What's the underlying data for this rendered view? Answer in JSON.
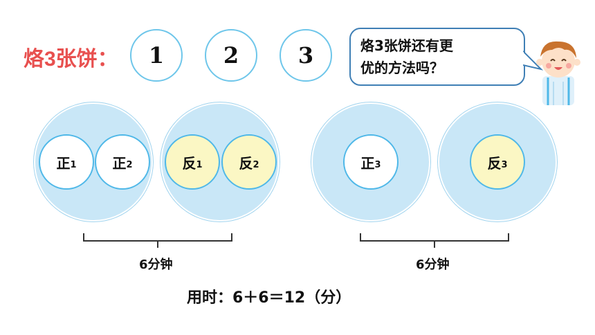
{
  "title": "烙3张饼：",
  "pancake_numbers": [
    "1",
    "2",
    "3"
  ],
  "speech_bubble": {
    "line1": "烙3张饼还有更",
    "line2": "优的方法吗？"
  },
  "pans": [
    {
      "cakes": [
        {
          "label": "正",
          "sub": "1",
          "side": "front"
        },
        {
          "label": "正",
          "sub": "2",
          "side": "front"
        }
      ]
    },
    {
      "cakes": [
        {
          "label": "反",
          "sub": "1",
          "side": "back"
        },
        {
          "label": "反",
          "sub": "2",
          "side": "back"
        }
      ]
    },
    {
      "cakes": [
        {
          "label": "正",
          "sub": "3",
          "side": "front"
        }
      ]
    },
    {
      "cakes": [
        {
          "label": "反",
          "sub": "3",
          "side": "back"
        }
      ]
    }
  ],
  "brackets": [
    {
      "label": "6分钟"
    },
    {
      "label": "6分钟"
    }
  ],
  "summary": "用时：6＋6＝12（分）",
  "colors": {
    "title": "#e8504f",
    "pan": "#c9e7f7",
    "cake_front": "#ffffff",
    "cake_back": "#fbf7c4",
    "outline": "#4fb8e8"
  }
}
